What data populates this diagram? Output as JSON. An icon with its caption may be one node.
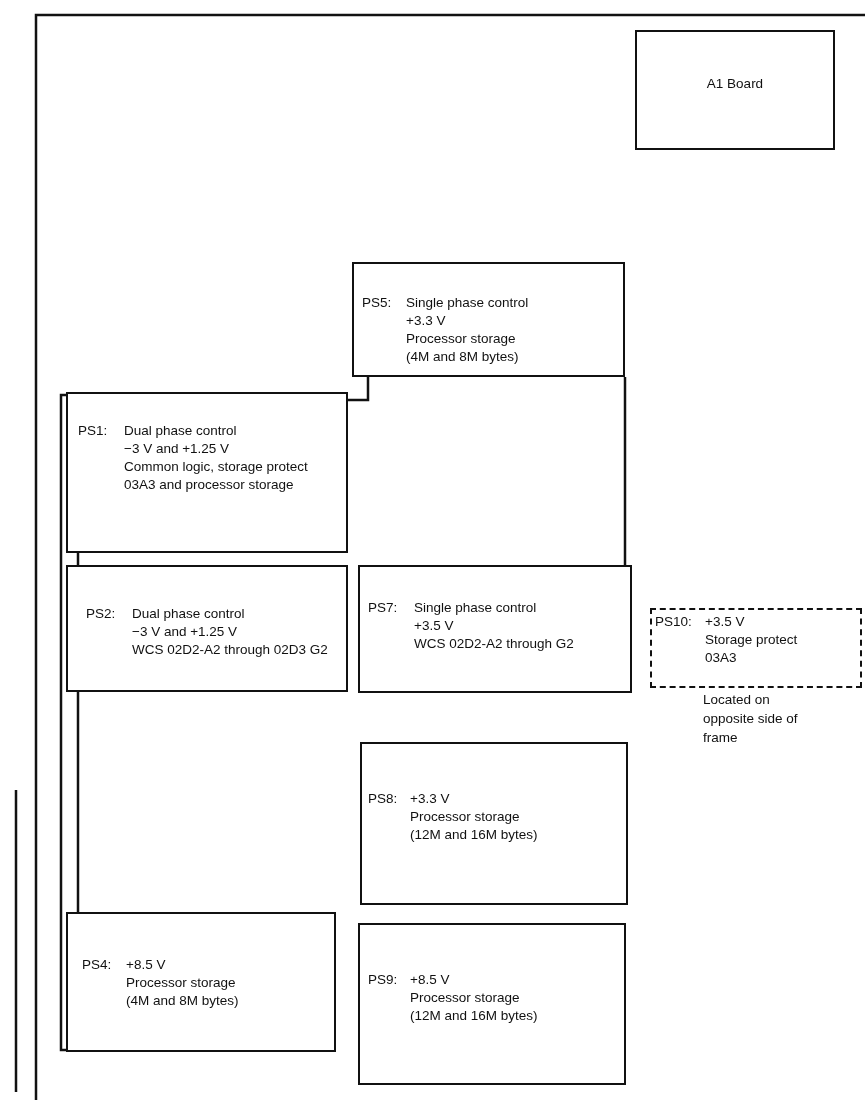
{
  "diagram": {
    "nodes": [
      {
        "text": [
          "A1 Board"
        ]
      },
      {
        "text": [
          "PS5:",
          "Single phase control",
          "+3.3 V",
          "Processor storage",
          "(4M and 8M bytes)"
        ]
      },
      {
        "text": [
          "PS1:",
          "Dual phase control",
          "−3 V and +1.25 V",
          "Common logic, storage protect",
          "03A3 and processor storage"
        ]
      },
      {
        "text": [
          "PS2:",
          "Dual phase control",
          "−3 V and +1.25 V",
          "WCS 02D2-A2 through 02D3 G2"
        ]
      },
      {
        "text": [
          "PS7:",
          "Single phase control",
          "+3.5 V",
          "WCS 02D2-A2 through G2"
        ]
      },
      {
        "text": [
          "PS10:",
          "+3.5 V",
          "Storage protect",
          "03A3"
        ],
        "beside": [
          "Located on opposite side of frame"
        ]
      },
      {
        "text": [
          "PS8:",
          "+3.3 V",
          "Processor storage",
          "(12M and 16M bytes)"
        ]
      },
      {
        "text": [
          "PS4:",
          "+8.5 V",
          "Processor storage",
          "(4M and 8M bytes)"
        ]
      },
      {
        "text": [
          "PS9:",
          "+8.5 V",
          "Processor storage",
          "(12M and 16M bytes)"
        ]
      }
    ],
    "edges": [
      {
        "from": 1,
        "to": 2,
        "arrow": "none"
      },
      {
        "from": 1,
        "to": 4,
        "arrow": "none"
      },
      {
        "from": 2,
        "to": 3,
        "arrow": "none"
      },
      {
        "from": 3,
        "to": 7,
        "arrow": "none"
      },
      {
        "from": 2,
        "to": 7,
        "arrow": "none"
      }
    ]
  }
}
